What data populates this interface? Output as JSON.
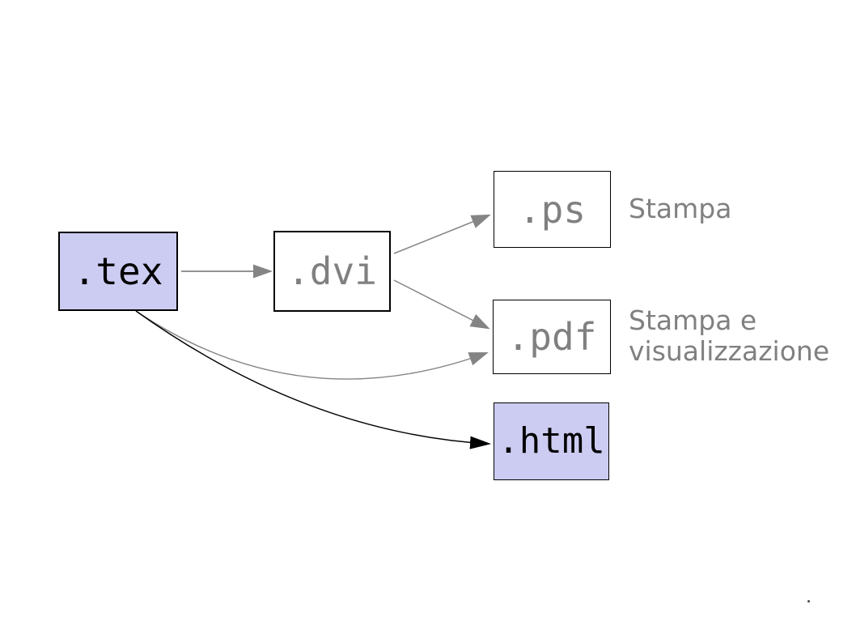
{
  "diagram": {
    "title_none": "",
    "nodes": {
      "tex": {
        "label": ".tex",
        "highlighted": true
      },
      "dvi": {
        "label": ".dvi",
        "highlighted": false
      },
      "ps": {
        "label": ".ps",
        "highlighted": false
      },
      "pdf": {
        "label": ".pdf",
        "highlighted": false
      },
      "html": {
        "label": ".html",
        "highlighted": true
      }
    },
    "annotations": {
      "ps": "Stampa",
      "pdf_line1": "Stampa e",
      "pdf_line2": "visualizzazione"
    },
    "edges": [
      {
        "from": "tex",
        "to": "dvi",
        "style": "straight",
        "color": "#848484"
      },
      {
        "from": "dvi",
        "to": "ps",
        "style": "straight",
        "color": "#848484"
      },
      {
        "from": "dvi",
        "to": "pdf",
        "style": "straight",
        "color": "#848484"
      },
      {
        "from": "tex",
        "to": "pdf",
        "style": "curved",
        "color": "#848484"
      },
      {
        "from": "tex",
        "to": "html",
        "style": "curved",
        "color": "#000000"
      }
    ],
    "colors": {
      "node_highlight_fill": "#ccccf2",
      "node_plain_fill": "#ffffff",
      "node_border": "#000000",
      "muted_text": "#808080",
      "arrow_gray": "#848484",
      "arrow_black": "#000000"
    }
  }
}
